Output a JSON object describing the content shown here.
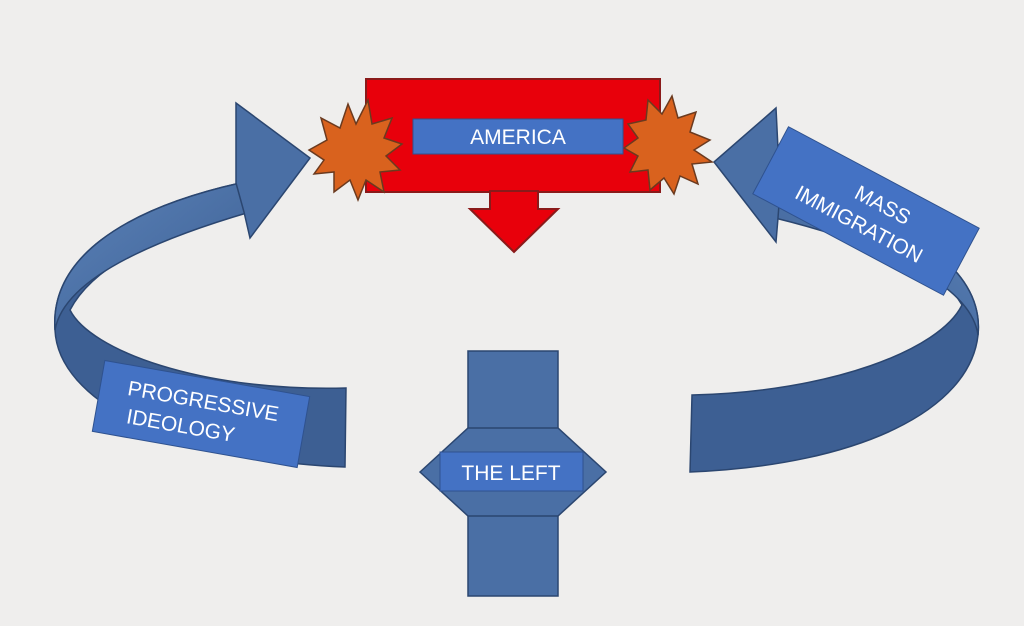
{
  "diagram": {
    "center_label": "AMERICA",
    "left_arrow": {
      "lines": [
        "PROGRESSIVE",
        "IDEOLOGY"
      ]
    },
    "right_arrow": {
      "lines": [
        "MASS",
        "IMMIGRATION"
      ]
    },
    "bottom_label": "THE LEFT"
  },
  "colors": {
    "background": "#efeeed",
    "arrow_blue": "#4a6fa5",
    "arrow_blue_dark": "#3a5a8c",
    "label_blue": "#4472c4",
    "box_red": "#e8000b",
    "burst_orange": "#d9621e"
  }
}
